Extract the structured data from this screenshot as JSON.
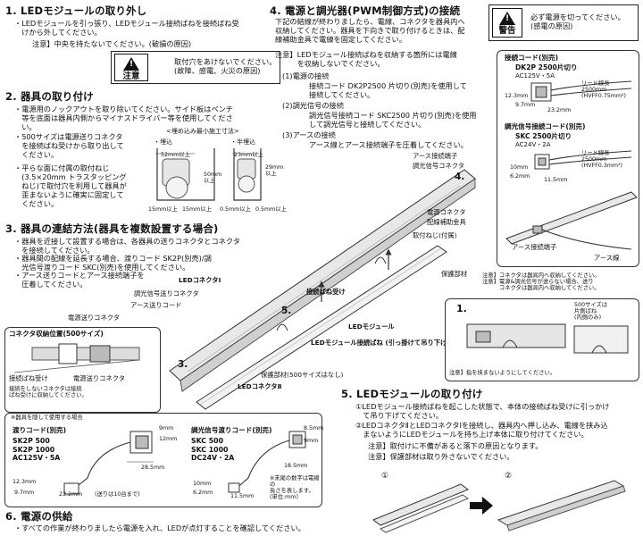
{
  "s1": {
    "title": "1. LEDモジュールの取り外し",
    "body": "・LEDモジュールを引っ張り、LEDモジュール接続ばねを接続ばね受\n　けから外してください。",
    "note": "注意】中央を持たないでください。(破損の原因)",
    "caution_label": "注意",
    "caution_text": "取付穴をあけないでください。\n(故障、感電、火災の原因)"
  },
  "s2": {
    "title": "2. 器具の取り付け",
    "bullet1": "・電源用のノックアウトを取り除いてください。サイド板はペンチ\n　等を底面は器具内側からマイナスドライバー等を使用してくださ\n　い。",
    "bullet2": "・500サイズは電源送りコネクタ\n　を接続ばね受けから取り出して\n　ください。",
    "bullet3": "・平らな面に付属の取付ねじ\n　(3.5×20mm トラスタッピング\n　ねじ)で取付穴を利用して器具が\n　歪まないように確実に固定して\n　ください。",
    "embed_title": "<埋め込み最小施工寸法>",
    "embed_label": "・埋込",
    "semi_label": "・半埋込",
    "dim_52": "52mm以上",
    "dim_50": "50mm\n以上",
    "dim_23": "23mm以上",
    "dim_29": "29mm\n以上",
    "dim_15a": "15mm以上",
    "dim_15b": "15mm以上",
    "dim_05a": "0.5mm以上",
    "dim_05b": "0.5mm以上"
  },
  "s3": {
    "title": "3. 器具の連結方法(器具を複数設置する場合)",
    "bullet1": "・器具を近接して設置する場合は、各器具の送りコネクタとコネクタ\n　を接続してください。",
    "bullet2": "・器具間の配線を延長する場合、渡りコード SK2P(別売)/調\n　光信号渡りコード SKC(別売)を使用してください。",
    "bullet3": "・アース送りコードとアース接続端子を\n　圧着してください。",
    "lbl_power_feed": "電源送りコネクタ",
    "lbl_connector_pos": "コネクタ収納位置(500サイズ)",
    "lbl_spring_recv": "接続ばね受け",
    "lbl_power_feed2": "電源送りコネクタ",
    "lbl_store": "接続をしないコネクタは接続\nばね受けに収納してください。",
    "lbl_dim_feed": "調光信号送りコネクタ",
    "lbl_earth_feed": "アース送りコード",
    "lbl_led_conn1": "LEDコネクタⅠ",
    "lbl_step3": "3."
  },
  "sidebox": {
    "header": "※器具を隠して使用する場合",
    "cord1_title": "渡りコード(別売)",
    "cord1_models": "SK2P 500\nSK2P 1000\nAC125V・5A",
    "cord1_d1": "9mm",
    "cord1_d2": "12mm",
    "cord1_d3": "28.5mm",
    "cord1_d4": "12.3mm",
    "cord1_d5": "9.7mm",
    "cord1_d6": "23.2mm",
    "cord1_note": "(送りは10台まで)",
    "cord2_title": "調光信号渡りコード(別売)",
    "cord2_models": "SKC 500\nSKC 1000\nDC24V・2A",
    "cord2_d1": "8.5mm",
    "cord2_d2": "9mm",
    "cord2_d3": "18.5mm",
    "cord2_d4": "10mm",
    "cord2_d5": "6.2mm",
    "cord2_d6": "11.5mm",
    "cord2_note": "※末尾の数字は電線の\n長さを表します。\n(単位:mm)"
  },
  "s4": {
    "title": "4. 電源と調光器(PWM制御方式)の接続",
    "body": "下記の結線が終わりましたら、電線、コネクタを器具内へ\n収納してください。器具を下向きで取り付けるときは、配\n線補助金具で電線を固定してください。",
    "note": "注意】LEDモジュール接続ばねを収納する箇所には電線\n　　　を収納しないでください。",
    "item1_title": "(1)電源の接続",
    "item1_body": "接続コード DK2P2500 片切り(別売)を使用して\n接続してください。",
    "item2_title": "(2)調光信号の接続",
    "item2_body": "調光信号接続コード SKC2500 片切り(別売)を使用\nして調光信号と接続してください。",
    "item3_title": "(3)アースの接続",
    "item3_body": "アース線とアース接続端子を圧着してください。",
    "warn_label": "警告",
    "warn_text": "必ず電源を切ってください。\n(感電の原因)",
    "cord_a_title": "接続コード(別売)",
    "cord_a_model": "DK2P 2500片切り",
    "cord_a_rating": "AC125V・5A",
    "cord_a_lead": "リード線長\n2500mm\n(HVFF0.75mm²)",
    "cord_a_d1": "12.3mm",
    "cord_a_d2": "9.7mm",
    "cord_a_d3": "23.2mm",
    "cord_b_title": "調光信号接続コード(別売)",
    "cord_b_model": "SKC 2500片切り",
    "cord_b_rating": "AC24V・2A",
    "cord_b_lead": "リード線長\n2500mm\n(HVFF0.3mm²)",
    "cord_b_d1": "10mm",
    "cord_b_d2": "6.2mm",
    "cord_b_d3": "11.5mm",
    "lbl_earth_term": "アース接続端子",
    "lbl_earth_wire": "アース線",
    "lbl_earth_term2": "アース接続端子",
    "lbl_dim_conn": "調光信号コネクタ",
    "lbl_step4": "4.",
    "lbl_power_conn": "電源コネクタ",
    "lbl_wire_bracket": "配線補助金具",
    "lbl_screw": "取付ねじ(付属)",
    "lbl_protect": "保護部材",
    "lbl_spring_recv2": "接続ばね受け",
    "lbl_led_module": "LEDモジュール",
    "lbl_led_spring": "LEDモジュール接続ばね\n(引っ掛けて吊り下げる)",
    "lbl_protect500": "保護部材(500サイズはなし)",
    "lbl_led_conn2": "LEDコネクタⅡ",
    "lbl_step5": "5.",
    "note_right": "注意】コネクタは器具内へ収納してください。\n注意】電源&調光信号が送らない場合、送り\n　　　コネクタは器具内へ収納してください。"
  },
  "detail": {
    "step": "1.",
    "note500": "500サイズは\n片側ばね\n(内側のみ)",
    "note": "注意】指を挟まないようにしてください。"
  },
  "s5": {
    "title": "5. LEDモジュールの取り付け",
    "step1": "①LEDモジュール接続ばねを起こした状態で、本体の接続ばね受けに引っかけ\n　て吊り下げてください。",
    "step2": "②LEDコネクタⅡとLEDコネクタⅠを接続し、器具内へ押し込み、電線を挟み込\n　まないようにLEDモジュールを持ち上げ本体に取り付けてください。",
    "note1": "注意】取付けに不備があると落下の原因となります。",
    "note2": "注意】保護部材は取り外さないでください。",
    "fig1": "①",
    "fig2": "②"
  },
  "s6": {
    "title": "6. 電源の供給",
    "body": "・すべての作業が終わりましたら電源を入れ、LEDが点灯することを確認してください。"
  }
}
